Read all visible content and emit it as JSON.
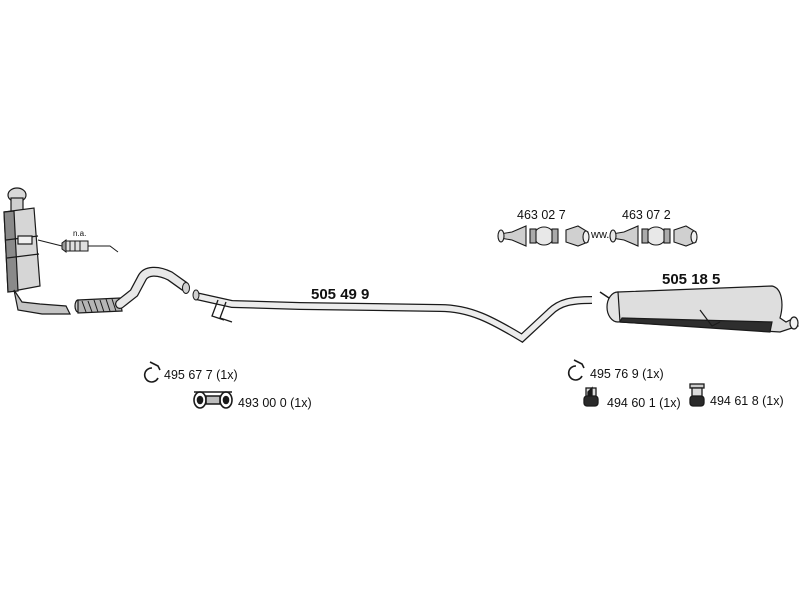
{
  "labels": {
    "part_505_49_9": "505 49 9",
    "part_505_18_5": "505 18 5",
    "part_463_02_7": "463 02 7",
    "part_463_07_2": "463 07 2",
    "clamp_495_67_7": "495 67 7 (1x)",
    "gasket_493_00_0": "493 00 0 (1x)",
    "clamp_495_76_9": "495 76 9 (1x)",
    "mount_494_60_1": "494 60 1 (1x)",
    "mount_494_61_8": "494 61 8 (1x)",
    "sensor_note": "n.a.",
    "kit_connector": "ww."
  },
  "colors": {
    "line": "#1a1a1a",
    "part_fill": "#e8e8e8",
    "part_shade": "#6e6e6e",
    "dark_band": "#2e2e2e"
  }
}
